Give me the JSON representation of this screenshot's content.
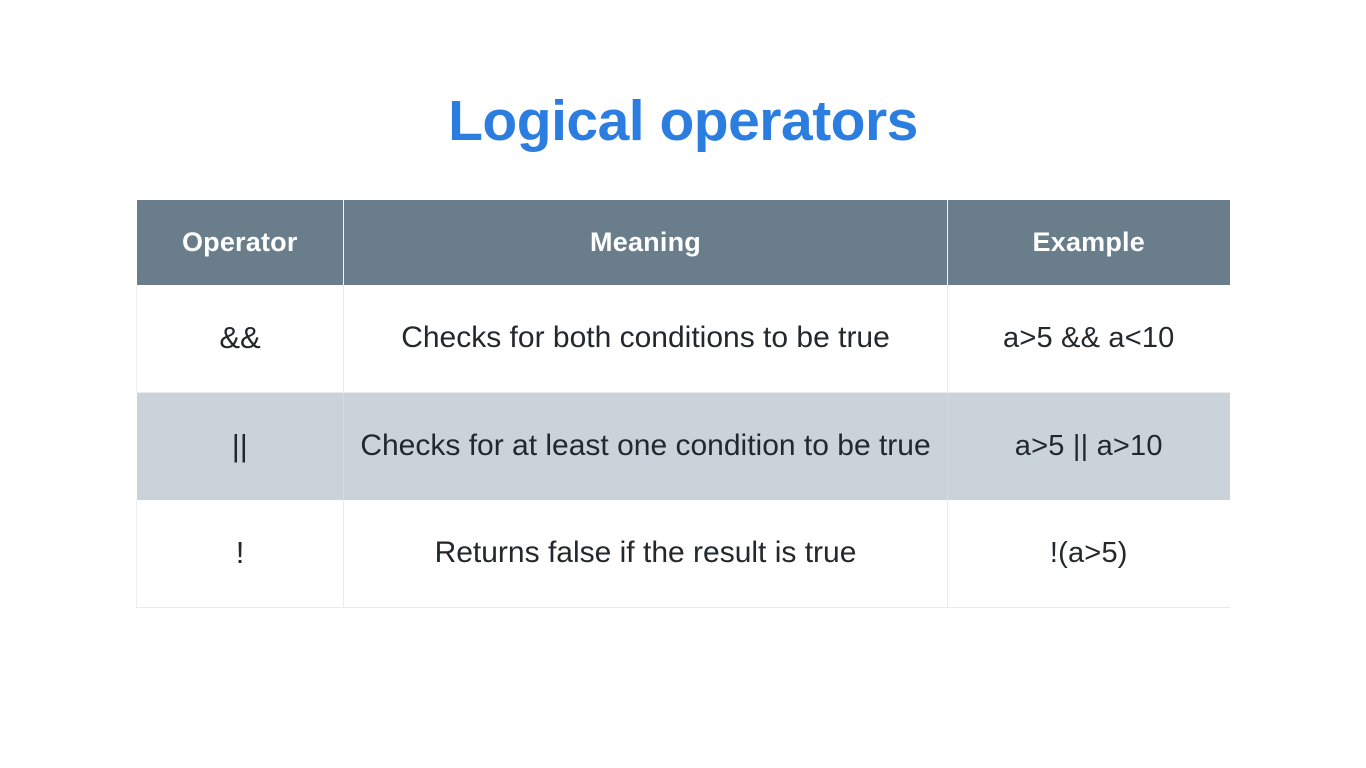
{
  "slide": {
    "title": "Logical operators",
    "title_color": "#2b7de0",
    "background": "#ffffff"
  },
  "table": {
    "header_bg": "#697d8b",
    "header_text_color": "#ffffff",
    "alt_row_bg": "#cbd3da",
    "plain_row_bg": "#ffffff",
    "border_color": "#e9ebed",
    "columns": [
      "Operator",
      "Meaning",
      "Example"
    ],
    "rows": [
      {
        "operator": "&&",
        "meaning": "Checks for both conditions to be true",
        "example": "a>5 && a<10",
        "highlighted": false
      },
      {
        "operator": "||",
        "meaning": "Checks for at least one condition to be true",
        "example": "a>5 || a>10",
        "highlighted": true
      },
      {
        "operator": "!",
        "meaning": "Returns false if the result is true",
        "example": "!(a>5)",
        "highlighted": false
      }
    ]
  }
}
